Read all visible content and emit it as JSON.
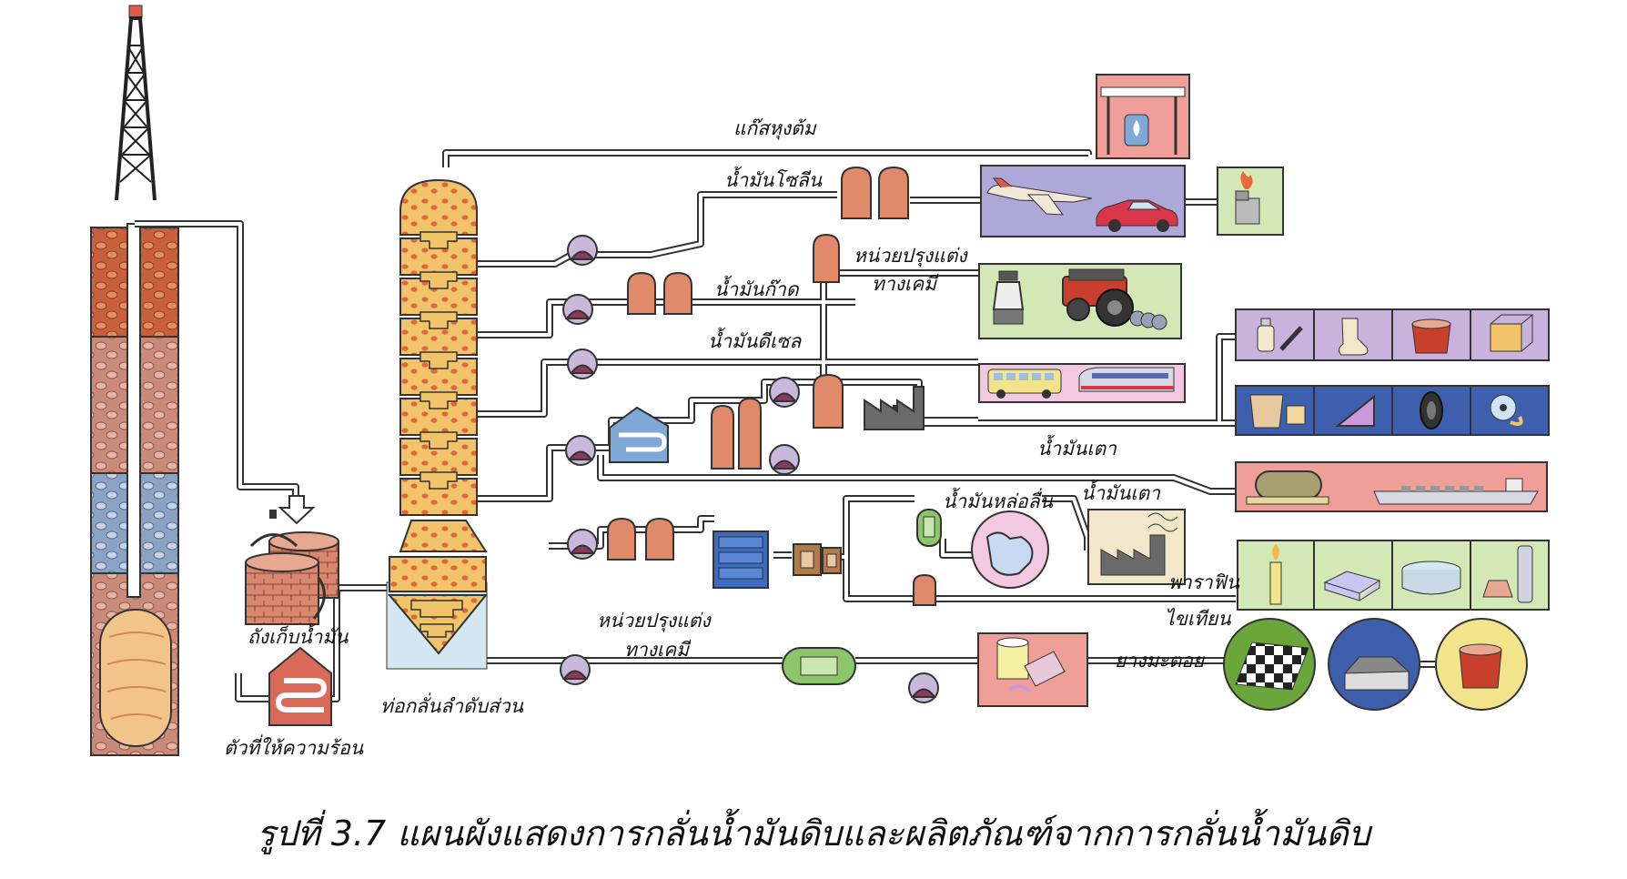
{
  "caption": "รูปที่ 3.7 แผนผังแสดงการกลั่นน้ำมันดิบและผลิตภัณฑ์จากการกลั่นน้ำมันดิบ",
  "labels": {
    "lpg": "แก๊สหุงต้ม",
    "gasoline": "น้ำมันโซลีน",
    "kerosene": "น้ำมันก๊าด",
    "diesel": "น้ำมันดีเซล",
    "chem_unit_upper_1": "หน่วยปรุงแต่ง",
    "chem_unit_upper_2": "ทางเคมี",
    "fuel_oil_1": "น้ำมันเตา",
    "fuel_oil_2": "น้ำมันเตา",
    "lube_oil": "น้ำมันหล่อลื่น",
    "paraffin": "พาราฟิน",
    "wax": "ไขเทียน",
    "chem_unit_lower_1": "หน่วยปรุงแต่ง",
    "chem_unit_lower_2": "ทางเคมี",
    "asphalt": "ยางมะตอย",
    "storage_tank": "ถังเก็บน้ำมัน",
    "heater": "ตัวที่ให้ความร้อน",
    "fractionating_column": "ท่อกลั่นลำดับส่วน"
  },
  "colors": {
    "pipe": "#333333",
    "tank": "#e08a6a",
    "column": "#f2b85a",
    "column_dots": "#e0663f",
    "pump": "#c9b8da",
    "panel_purple": "#c9b2dc",
    "panel_blue": "#3d5fae",
    "panel_pink": "#ef9f97",
    "panel_green": "#d4e8b6",
    "panel_lavender": "#aea8d8"
  },
  "icons": [
    "oil-derrick-icon",
    "gas-stove-icon",
    "airplane-icon",
    "car-icon",
    "lighter-icon",
    "lantern-icon",
    "tractor-icon",
    "bus-icon",
    "train-icon",
    "factory-icon",
    "bottle-icon",
    "syringe-icon",
    "sock-icon",
    "paint-bucket-icon",
    "box-icon",
    "cement-bag-icon",
    "ruler-icon",
    "tire-icon",
    "fan-icon",
    "tank-truck-icon",
    "ship-icon",
    "candle-icon",
    "soap-bar-icon",
    "cheese-wheel-icon",
    "cosmetics-icon",
    "checkered-floor-icon",
    "house-roof-icon",
    "oil-can-icon",
    "heater-icon",
    "storage-barrel-icon",
    "pump-icon",
    "jug-icon"
  ]
}
